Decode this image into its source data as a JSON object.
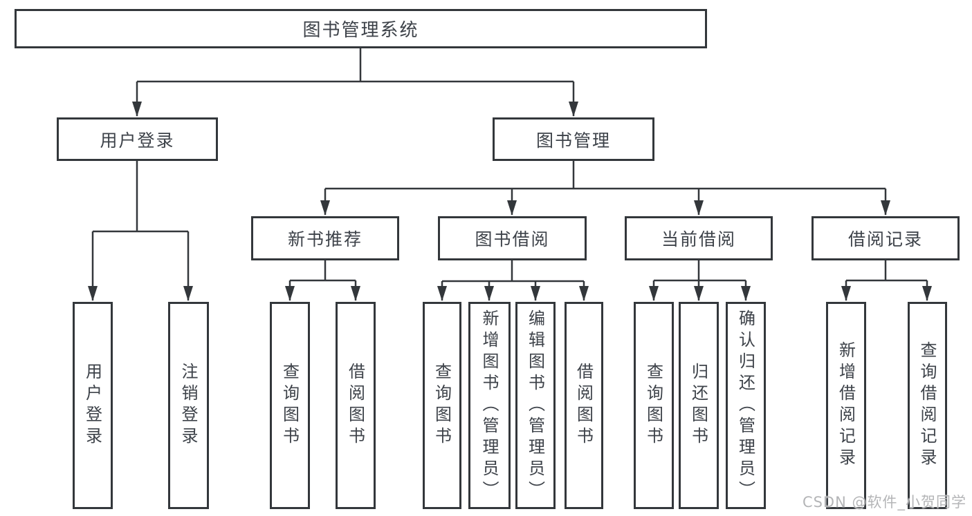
{
  "nodes": {
    "root": "图书管理系统",
    "level2": [
      "用户登录",
      "图书管理"
    ],
    "level3": [
      "新书推荐",
      "图书借阅",
      "当前借阅",
      "借阅记录"
    ],
    "leaves_user_login": [
      "用户登录",
      "注销登录"
    ],
    "leaves_new_book": [
      "查询图书",
      "借阅图书"
    ],
    "leaves_book_borrow": [
      "查询图书",
      "新增图书（管理员）",
      "编辑图书（管理员）",
      "借阅图书"
    ],
    "leaves_current_borrow": [
      "查询图书",
      "归还图书",
      "确认归还（管理员）"
    ],
    "leaves_borrow_record": [
      "新增借阅记录",
      "查询借阅记录"
    ]
  },
  "watermark": "CSDN @软件_小贺同学",
  "colors": {
    "line": "#33373b",
    "text": "#3d4249",
    "watermark": "#b4b5b7",
    "background": "#ffffff"
  }
}
